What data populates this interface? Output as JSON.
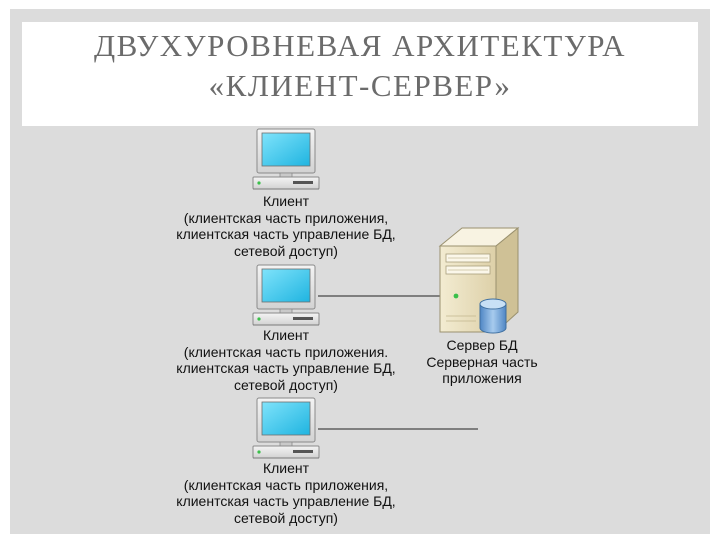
{
  "title": {
    "line1": "ДВУХУРОВНЕВАЯ АРХИТЕКТУРА",
    "line2": "«КЛИЕНТ-СЕРВЕР»"
  },
  "clients": [
    {
      "name": "Клиент",
      "line2": "(клиентская часть приложения,",
      "line3": "клиентская часть управление БД,",
      "line4": "сетевой доступ)",
      "icon": "computer-icon"
    },
    {
      "name": "Клиент",
      "line2": "(клиентская часть приложения.",
      "line3": "клиентская часть управление БД,",
      "line4": "сетевой доступ)",
      "icon": "computer-icon"
    },
    {
      "name": "Клиент",
      "line2": "(клиентская часть приложения,",
      "line3": "клиентская часть управление БД,",
      "line4": "сетевой доступ)",
      "icon": "computer-icon"
    }
  ],
  "server": {
    "line1": "Сервер БД",
    "line2": "Серверная часть",
    "line3": "приложения",
    "icon": "server-database-icon"
  },
  "colors": {
    "background": "#dcdcdc",
    "title": "#6b6b6b",
    "screen": "#35c8ef",
    "server_body": "#e9dfbe",
    "database": "#6fa3d6"
  }
}
